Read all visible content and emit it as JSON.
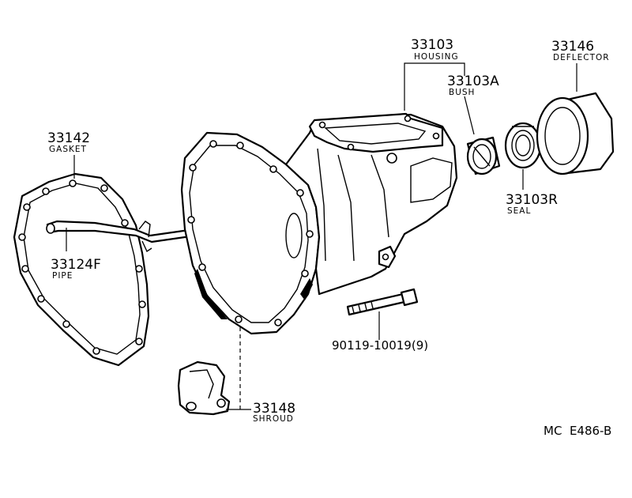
{
  "parts": {
    "housing": {
      "number": "33103",
      "name": "HOUSING"
    },
    "bush": {
      "number": "33103A",
      "name": "BUSH"
    },
    "deflector": {
      "number": "33146",
      "name": "DEFLECTOR"
    },
    "gasket": {
      "number": "33142",
      "name": "GASKET"
    },
    "pipe": {
      "number": "33124F",
      "name": "PIPE"
    },
    "seal": {
      "number": "33103R",
      "name": "SEAL"
    },
    "bolt": {
      "number": "90119-10019(9)"
    },
    "shroud": {
      "number": "33148",
      "name": "SHROUD"
    }
  },
  "reference": {
    "code": "MC  E486-B"
  }
}
